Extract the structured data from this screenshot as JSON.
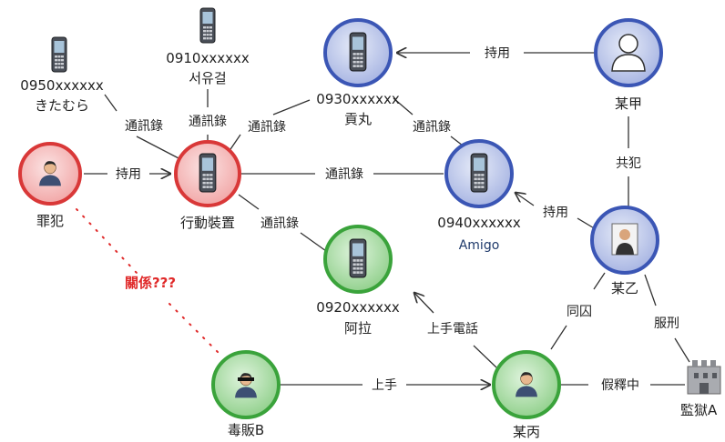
{
  "colors": {
    "red": "#d93838",
    "blue": "#3b56b5",
    "green": "#3aa33b",
    "edge": "#333333",
    "relation": "#e02a2a"
  },
  "nodes": {
    "criminal": {
      "label": "罪犯",
      "color": "red",
      "icon": "person-icon"
    },
    "device": {
      "label": "行動裝置",
      "color": "red",
      "icon": "phone-icon"
    },
    "phone_0930": {
      "number": "0930xxxxxx",
      "name": "貢丸",
      "color": "blue",
      "icon": "phone-icon"
    },
    "phone_0940": {
      "number": "0940xxxxxx",
      "name": "Amigo",
      "color": "blue",
      "icon": "phone-icon"
    },
    "phone_0920": {
      "number": "0920xxxxxx",
      "name": "阿拉",
      "color": "green",
      "icon": "phone-icon"
    },
    "person_a": {
      "label": "某甲",
      "color": "blue",
      "icon": "person-silhouette-icon"
    },
    "person_b": {
      "label": "某乙",
      "color": "blue",
      "icon": "person-photo-icon"
    },
    "person_c": {
      "label": "某丙",
      "color": "green",
      "icon": "person-icon"
    },
    "dealer_b": {
      "label": "毒販B",
      "color": "green",
      "icon": "masked-person-icon"
    },
    "prison": {
      "label": "監獄A",
      "icon": "prison-icon"
    },
    "phone_0950": {
      "number": "0950xxxxxx",
      "name": "きたむら",
      "icon": "small-phone-icon"
    },
    "phone_0910": {
      "number": "0910xxxxxx",
      "name": "서유걸",
      "icon": "small-phone-icon"
    }
  },
  "edges": {
    "holds_device": "持用",
    "call_log_0950": "通訊錄",
    "call_log_0910": "通訊錄",
    "call_log_0930": "通訊錄",
    "call_log_0940": "通訊錄",
    "call_log_0920": "通訊錄",
    "call_log_0930_0940": "通訊錄",
    "a_holds_0930": "持用",
    "accomplice": "共犯",
    "b_holds_0940": "持用",
    "inmate": "同囚",
    "serving": "服刑",
    "supplier_call": "上手電話",
    "supplier": "上手",
    "parole": "假釋中",
    "relation_question": "關係???"
  }
}
